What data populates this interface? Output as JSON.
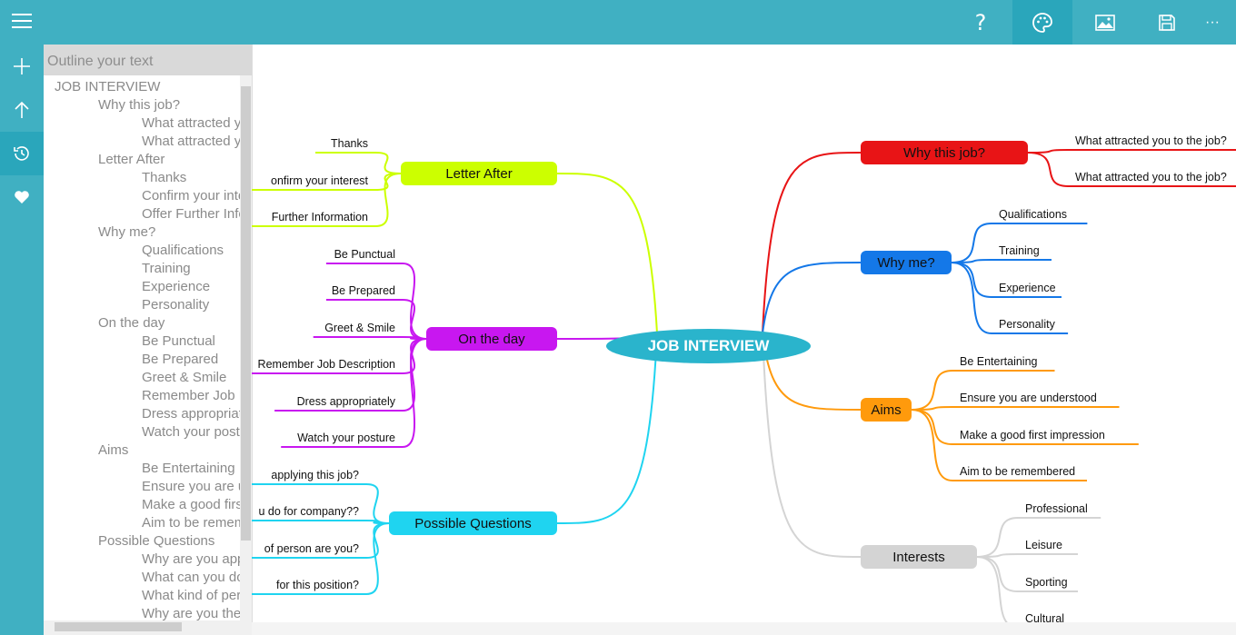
{
  "toolbar": {
    "help": "?",
    "more": "···"
  },
  "outline": {
    "placeholder": "Outline your text",
    "items": [
      "JOB INTERVIEW",
      "Why this job?",
      "What attracted yo",
      "What attracted yo",
      "Letter After",
      "Thanks",
      "Confirm your inte",
      "Offer Further Info",
      "Why me?",
      "Qualifications",
      "Training",
      "Experience",
      "Personality",
      "On the day",
      "Be Punctual",
      "Be Prepared",
      "Greet & Smile",
      "Remember Job D",
      "Dress appropriate",
      "Watch your postu",
      "Aims",
      "Be Entertaining",
      "Ensure you are ur",
      "Make a good firs",
      "Aim to be remem",
      "Possible Questions",
      "Why are you app",
      "What can you do",
      "What kind of pers",
      "Why are you the"
    ],
    "levels": [
      0,
      1,
      2,
      2,
      1,
      2,
      2,
      2,
      1,
      2,
      2,
      2,
      2,
      1,
      2,
      2,
      2,
      2,
      2,
      2,
      1,
      2,
      2,
      2,
      2,
      1,
      2,
      2,
      2,
      2
    ]
  },
  "map": {
    "root": "JOB INTERVIEW",
    "branches": [
      {
        "label": "Why this job?",
        "color": "#e81416",
        "leaves": [
          "What attracted you to the job?",
          "What attracted you to the job?"
        ]
      },
      {
        "label": "Why me?",
        "color": "#1478e8",
        "leaves": [
          "Qualifications",
          "Training",
          "Experience",
          "Personality"
        ]
      },
      {
        "label": "Aims",
        "color": "#ff9a0c",
        "leaves": [
          "Be Entertaining",
          "Ensure you are understood",
          "Make a good first impression",
          "Aim to be remembered"
        ]
      },
      {
        "label": "Interests",
        "color": "#d4d4d4",
        "leaves": [
          "Professional",
          "Leisure",
          "Sporting",
          "Cultural"
        ]
      },
      {
        "label": "Letter After",
        "color": "#ccff00",
        "leaves": [
          "Thanks",
          "onfirm your interest",
          "Further Information"
        ]
      },
      {
        "label": "On the day",
        "color": "#c817f0",
        "leaves": [
          "Be Punctual",
          "Be Prepared",
          "Greet & Smile",
          "Remember Job Description",
          "Dress appropriately",
          "Watch your posture"
        ]
      },
      {
        "label": "Possible Questions",
        "color": "#1fd4f0",
        "leaves": [
          "applying this job?",
          "u do for company??",
          "of person are you?",
          " for this position?"
        ]
      }
    ]
  }
}
